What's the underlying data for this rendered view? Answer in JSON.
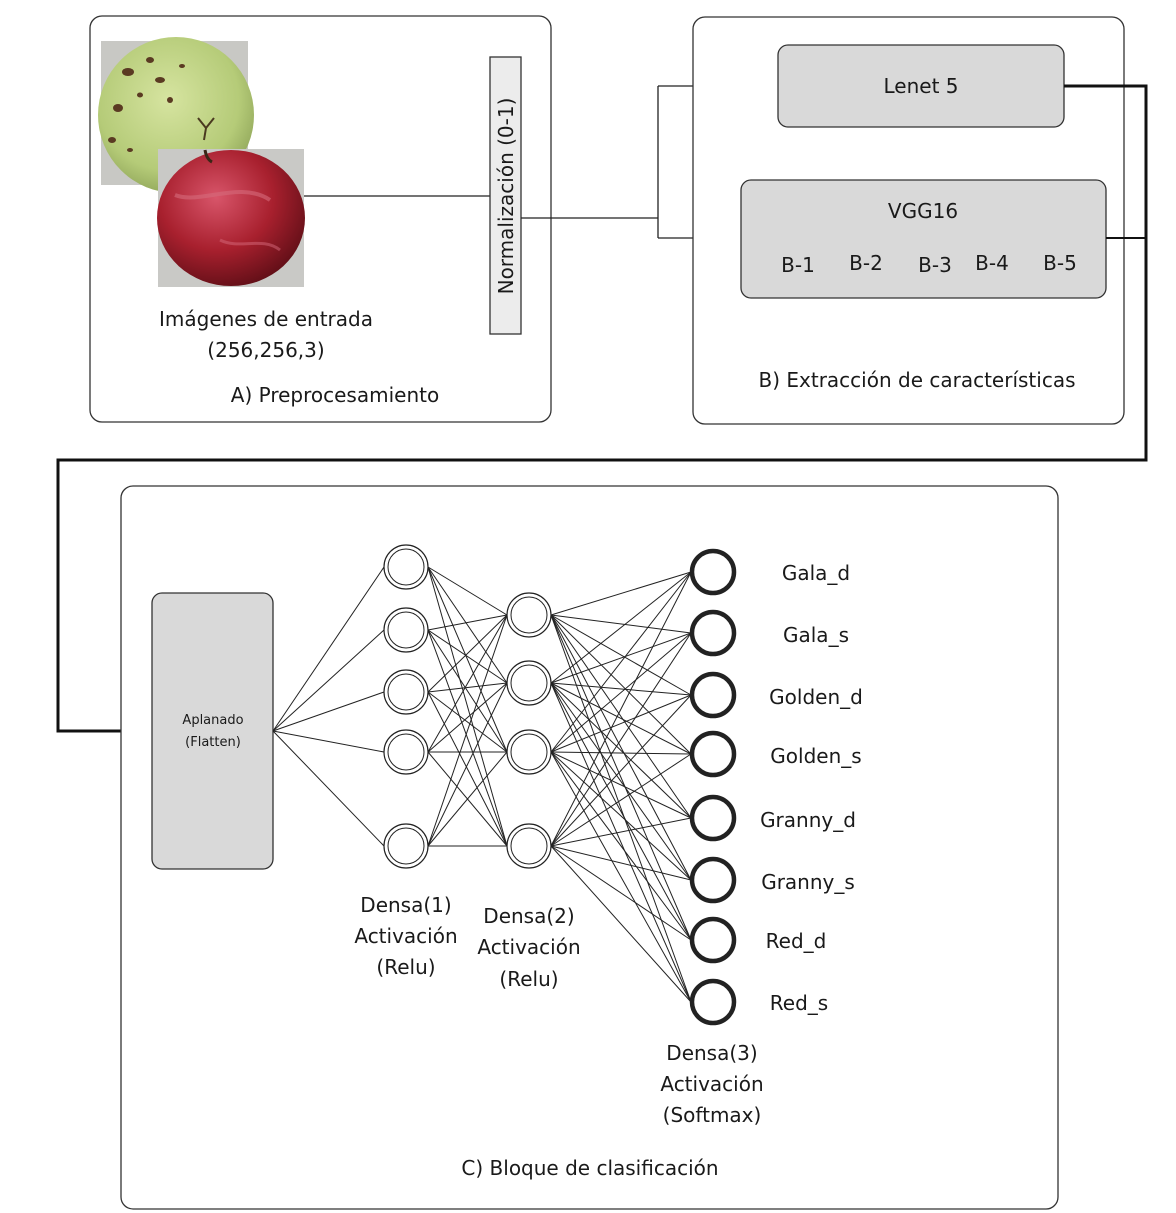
{
  "panel_a": {
    "caption": "A) Preprocesamiento",
    "input_label_line1": "Imágenes de entrada",
    "input_label_line2": "(256,256,3)",
    "normalization": "Normalización (0-1)"
  },
  "panel_b": {
    "caption": "B) Extracción de características",
    "lenet": "Lenet 5",
    "vgg": "VGG16",
    "blocks": [
      "B-1",
      "B-2",
      "B-3",
      "B-4",
      "B-5"
    ]
  },
  "panel_c": {
    "caption": "C) Bloque de clasificación",
    "flatten_line1": "Aplanado",
    "flatten_line2": "(Flatten)",
    "dense1": [
      "Densa(1)",
      "Activación",
      "(Relu)"
    ],
    "dense2": [
      "Densa(2)",
      "Activación",
      "(Relu)"
    ],
    "dense3": [
      "Densa(3)",
      "Activación",
      "(Softmax)"
    ],
    "classes": [
      "Gala_d",
      "Gala_s",
      "Golden_d",
      "Golden_s",
      "Granny_d",
      "Granny_s",
      "Red_d",
      "Red_s"
    ]
  },
  "colors": {
    "box_fill": "#d9d9d9",
    "apple_green": "#b7cf7c",
    "apple_red": "#a8202e",
    "background_photo": "#c9c9c6"
  }
}
